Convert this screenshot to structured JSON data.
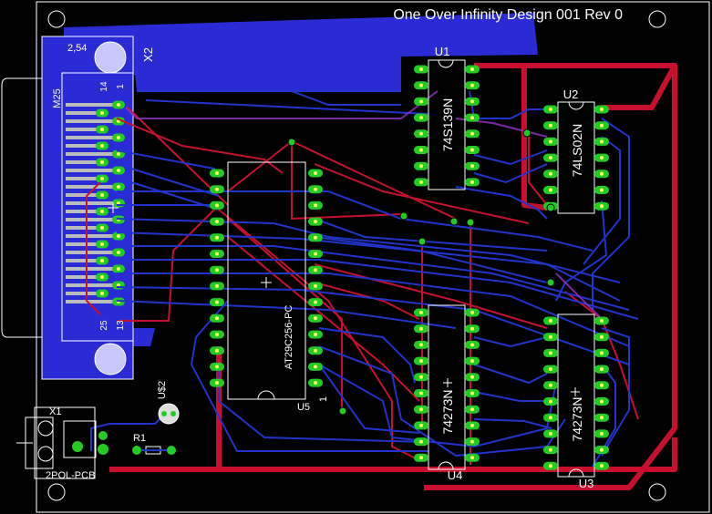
{
  "board": {
    "title": "One Over Infinity Design 001 Rev 0",
    "colors": {
      "background": "#000000",
      "outline": "#ffffff",
      "top_copper": "#c8102e",
      "bottom_copper": "#2233cc",
      "pad": "#22cc22",
      "pad_highlight": "#ffff66",
      "silkscreen": "#ffffff",
      "connector_fill": "#2b2bd6"
    }
  },
  "components": {
    "x2": {
      "name": "X2",
      "pitch": "2,54",
      "type": "M25",
      "pin_14": "14",
      "pin_1": "1",
      "pin_25": "25",
      "pin_13": "13"
    },
    "u1": {
      "name": "U1",
      "value": "74S139N"
    },
    "u2": {
      "name": "U2",
      "value": "74LS02N"
    },
    "u3": {
      "name": "U3",
      "value": "74273N"
    },
    "u4": {
      "name": "U4",
      "value": "74273N"
    },
    "u5": {
      "name": "U5",
      "value": "AT29C256-PC",
      "pin_1": "1"
    },
    "u6": {
      "name": "U$2"
    },
    "x1": {
      "name": "X1",
      "value": "2POL-PCB"
    },
    "r1": {
      "name": "R1"
    }
  }
}
